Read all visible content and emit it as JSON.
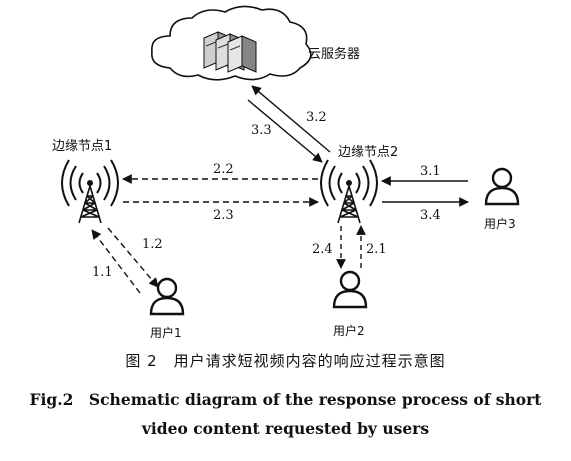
{
  "nodes": {
    "cloud": "云服务器",
    "edge1": "边缘节点1",
    "edge2": "边缘节点2",
    "user1": "用户1",
    "user2": "用户2",
    "user3": "用户3"
  },
  "steps": {
    "s1_1": "1.1",
    "s1_2": "1.2",
    "s2_1": "2.1",
    "s2_2": "2.2",
    "s2_3": "2.3",
    "s2_4": "2.4",
    "s3_1": "3.1",
    "s3_2": "3.2",
    "s3_3": "3.3",
    "s3_4": "3.4"
  },
  "caption": {
    "cn": "图 2　用户请求短视频内容的响应过程示意图",
    "en": "Fig.2　Schematic diagram of the response process of short video content requested by users"
  }
}
